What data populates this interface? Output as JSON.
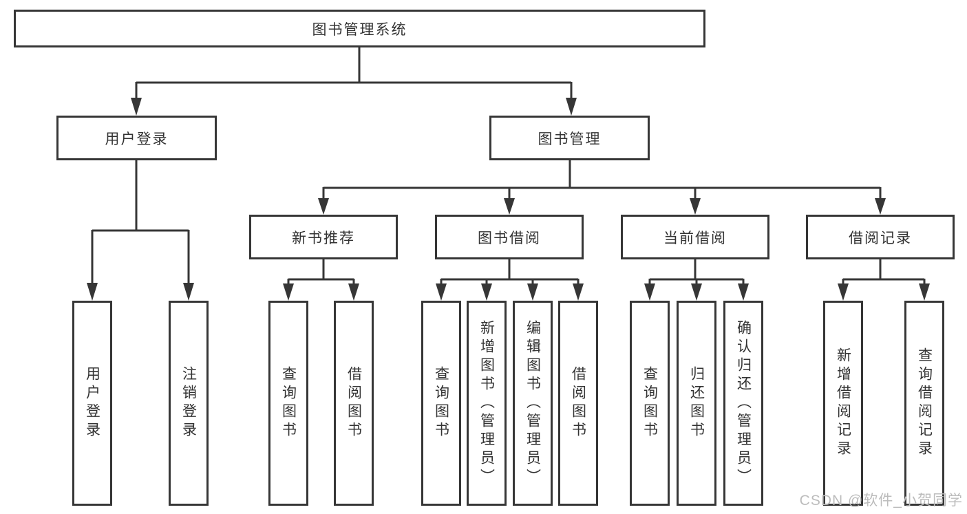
{
  "diagram": {
    "root": {
      "label": "图书管理系统"
    },
    "level2": {
      "user_login": {
        "label": "用户登录",
        "children": [
          {
            "label": "用户登录"
          },
          {
            "label": "注销登录"
          }
        ]
      },
      "book_management": {
        "label": "图书管理",
        "children": {
          "new_book_recommend": {
            "label": "新书推荐",
            "children": [
              {
                "label": "查询图书"
              },
              {
                "label": "借阅图书"
              }
            ]
          },
          "book_borrowing": {
            "label": "图书借阅",
            "children": [
              {
                "label": "查询图书"
              },
              {
                "label": "新增图书（管理员）"
              },
              {
                "label": "编辑图书（管理员）"
              },
              {
                "label": "借阅图书"
              }
            ]
          },
          "current_borrowing": {
            "label": "当前借阅",
            "children": [
              {
                "label": "查询图书"
              },
              {
                "label": "归还图书"
              },
              {
                "label": "确认归还（管理员）"
              }
            ]
          },
          "borrowing_records": {
            "label": "借阅记录",
            "children": [
              {
                "label": "新增借阅记录"
              },
              {
                "label": "查询借阅记录"
              }
            ]
          }
        }
      }
    }
  },
  "watermark": {
    "text": "CSDN @软件_小贺同学"
  },
  "colors": {
    "line": "#363636",
    "box_border": "#363636",
    "text": "#333333",
    "watermark": "#bcbcbc",
    "background": "#ffffff"
  }
}
